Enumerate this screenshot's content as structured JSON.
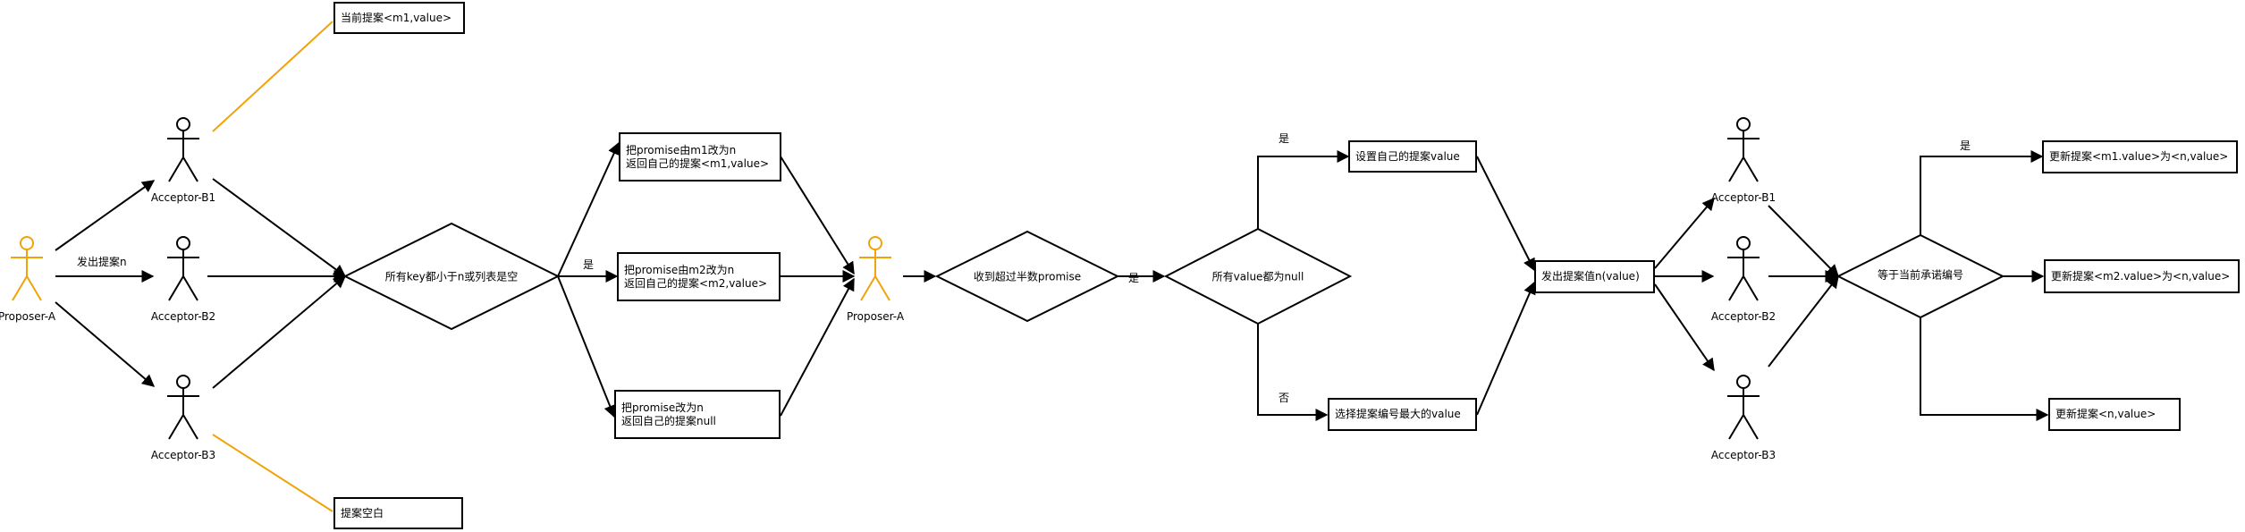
{
  "colors": {
    "line": "#000000",
    "highlight": "#f0a30a",
    "background": "#ffffff"
  },
  "actors": {
    "proposer_a1": "Proposer-A",
    "proposer_a2": "Proposer-A",
    "b1_first": "Acceptor-B1",
    "b2_first": "Acceptor-B2",
    "b3_first": "Acceptor-B3",
    "b1_second": "Acceptor-B1",
    "b2_second": "Acceptor-B2",
    "b3_second": "Acceptor-B3"
  },
  "notes": {
    "b1_proposal": "当前提案<m1,value>",
    "b3_proposal": "提案空白"
  },
  "edge_labels": {
    "send_proposal_n": "发出提案n",
    "yes_1": "是",
    "yes_2": "是",
    "yes_3": "是",
    "yes_4": "是",
    "no_1": "否"
  },
  "decisions": {
    "keys_less_than_n": "所有key都小于n或列表是空",
    "received_majority": "收到超过半数promise",
    "all_values_null": "所有value都为null",
    "equals_promise_no": "等于当前承诺编号"
  },
  "boxes": {
    "b1_reply": "把promise由m1改为n\n返回自己的提案<m1,value>",
    "b2_reply": "把promise由m2改为n\n返回自己的提案<m2,value>",
    "b3_reply": "把promise改为n\n返回自己的提案null",
    "set_own_value": "设置自己的提案value",
    "choose_max_value": "选择提案编号最大的value",
    "send_proposal_value": "发出提案值n(value)",
    "update_b1": "更新提案<m1.value>为<n,value>",
    "update_b2": "更新提案<m2.value>为<n,value>",
    "update_b3": "更新提案<n,value>"
  }
}
